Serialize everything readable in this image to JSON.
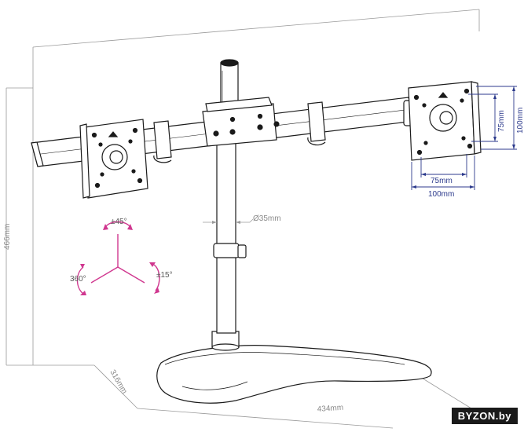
{
  "dimensions": {
    "height": "466mm",
    "depth": "316mm",
    "width": "434mm",
    "pole_diameter": "Ø35mm"
  },
  "vesa": {
    "horizontal_inner": "75mm",
    "horizontal_outer": "100mm",
    "vertical_inner": "75mm",
    "vertical_outer": "100mm"
  },
  "rotation": {
    "tilt": "±45°",
    "swivel": "±15°",
    "rotate": "360°"
  },
  "brand": "BYZON.by",
  "colors": {
    "line": "#1a1a1a",
    "dimension": "#9a9a9a",
    "vesa_blue": "#2c3a8c",
    "rotation_pink": "#d0378f"
  }
}
